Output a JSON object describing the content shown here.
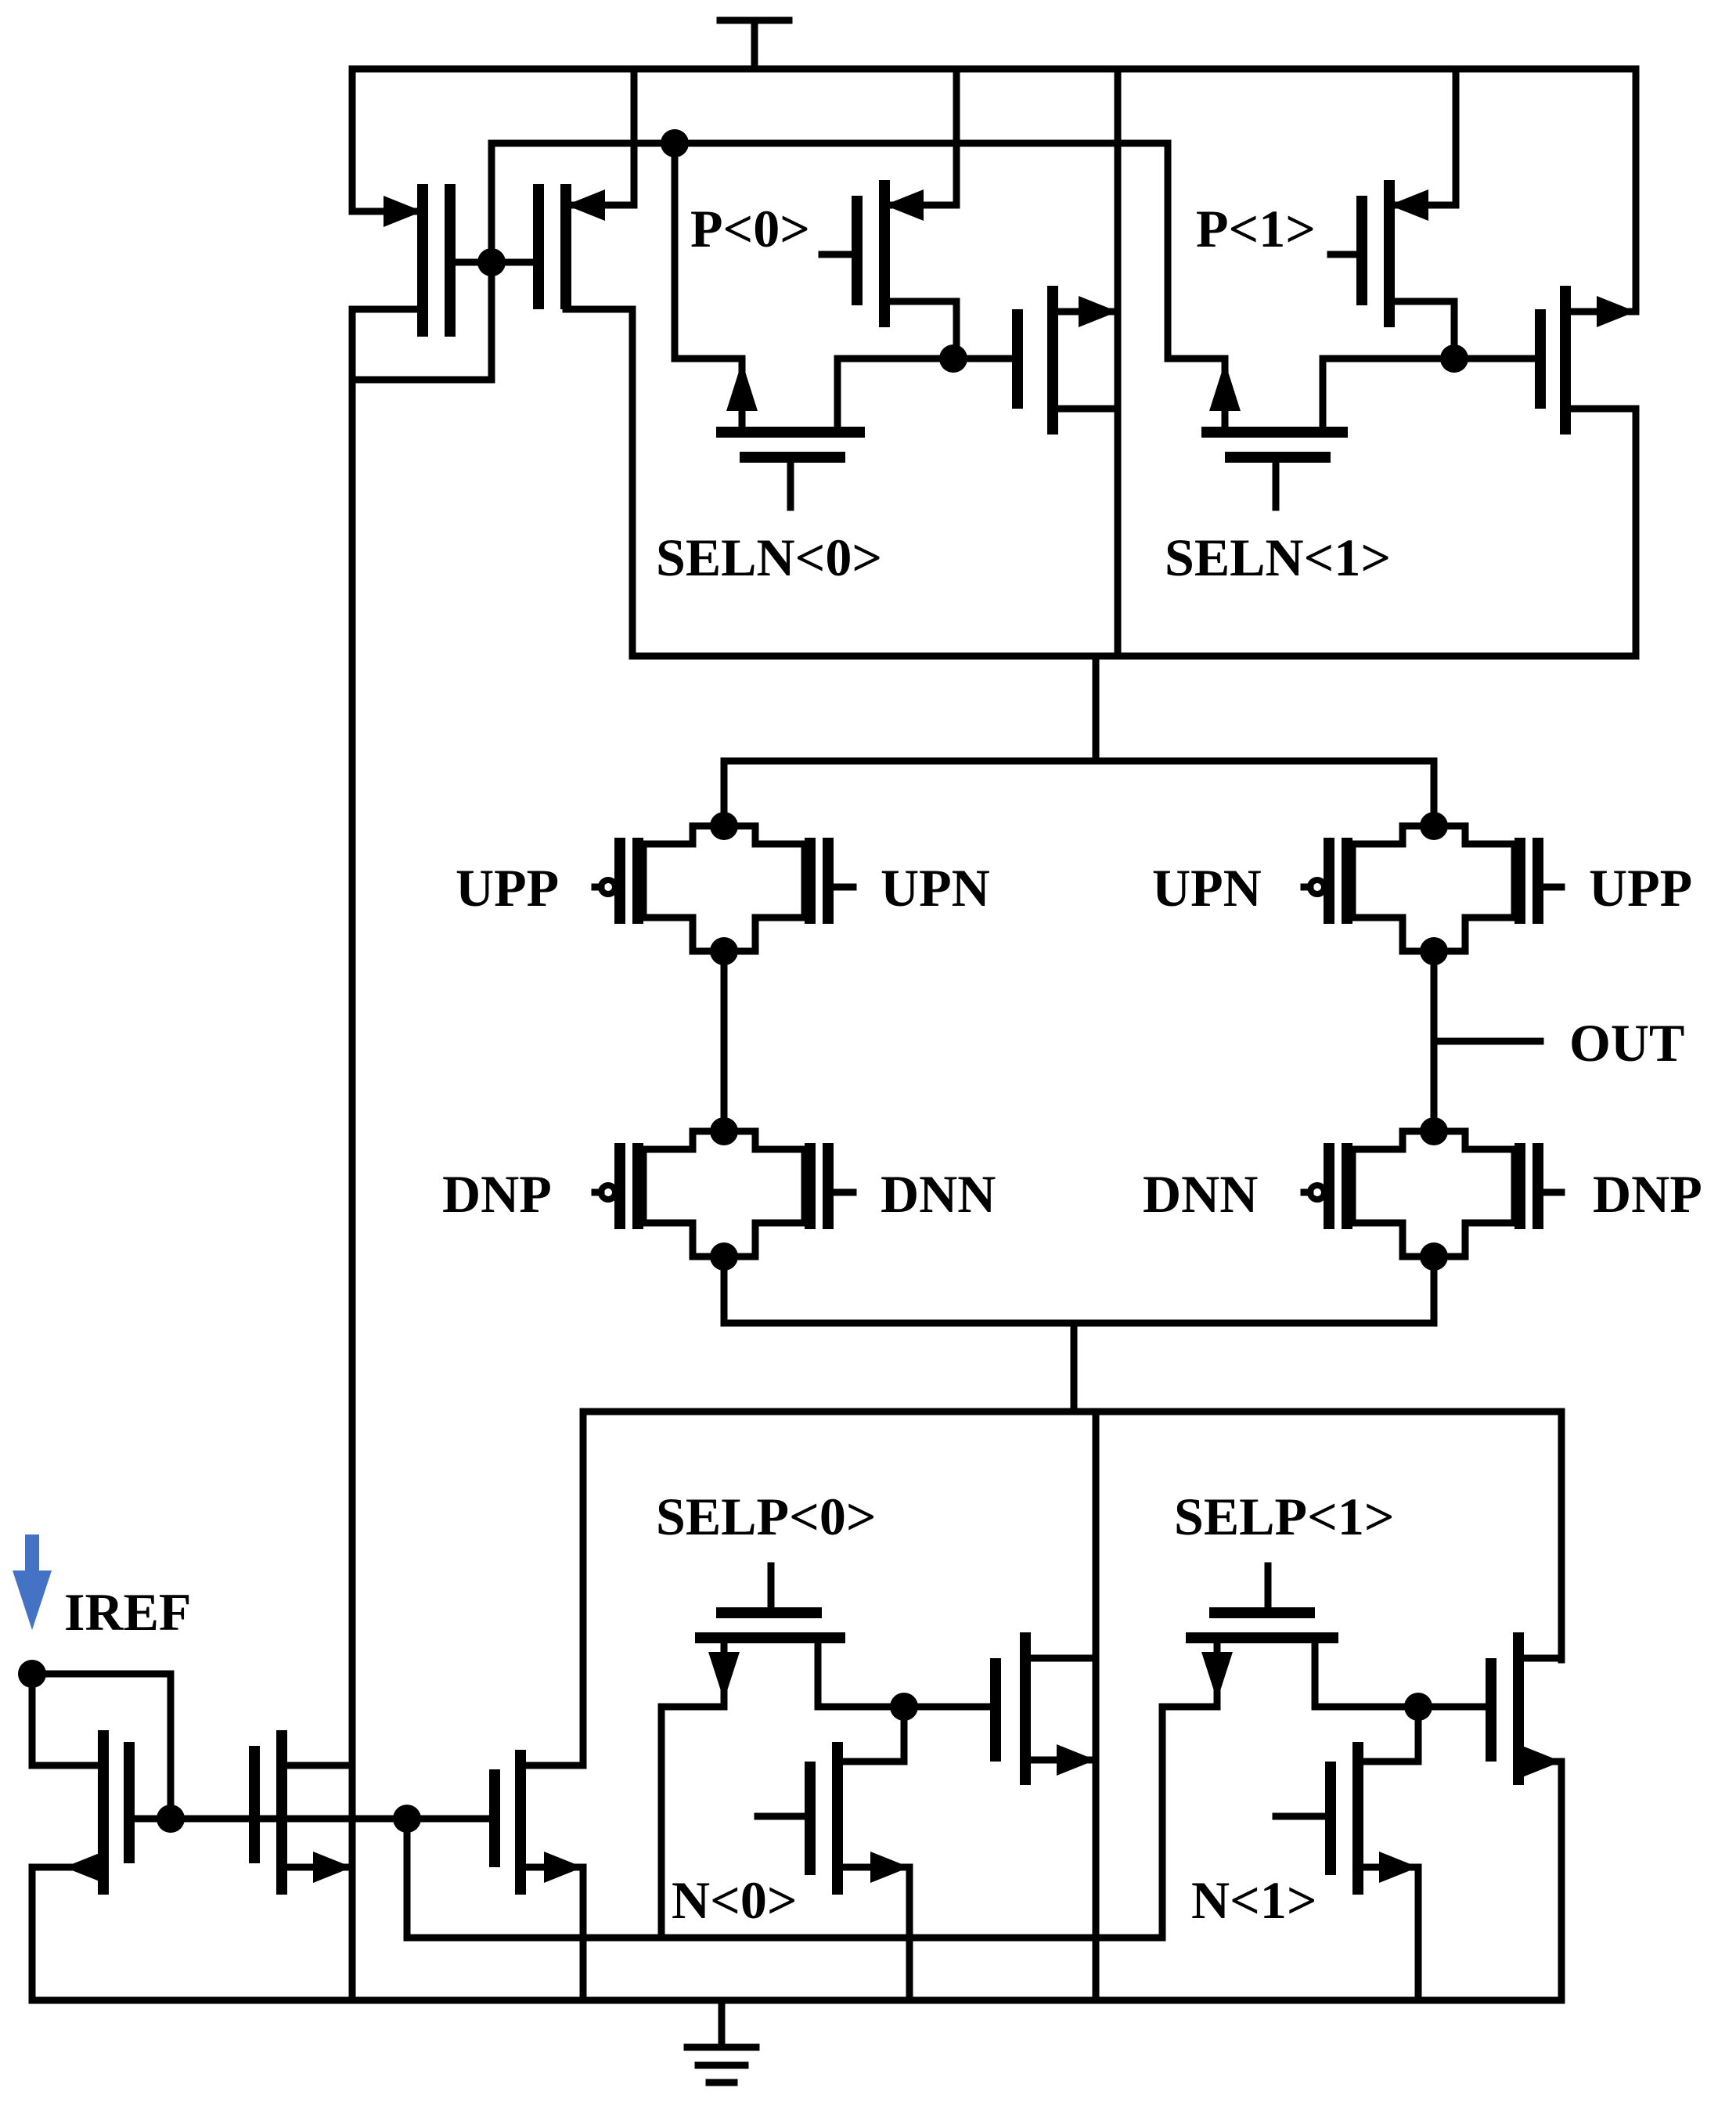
{
  "labels": {
    "p0": "P<0>",
    "p1": "P<1>",
    "seln0": "SELN<0>",
    "seln1": "SELN<1>",
    "upp_left": "UPP",
    "upn_left": "UPN",
    "upn_right": "UPN",
    "upp_right": "UPP",
    "out": "OUT",
    "dnp_left": "DNP",
    "dnn_left": "DNN",
    "dnn_right": "DNN",
    "dnp_right": "DNP",
    "selp0": "SELP<0>",
    "selp1": "SELP<1>",
    "iref": "IREF",
    "n0": "N<0>",
    "n1": "N<1>"
  },
  "colors": {
    "wire": "#000000",
    "iref_arrow": "#4472C4"
  },
  "symbols": {
    "supply": "vdd-symbol",
    "ground": "ground-symbol",
    "current_source": "current-arrow-icon"
  }
}
